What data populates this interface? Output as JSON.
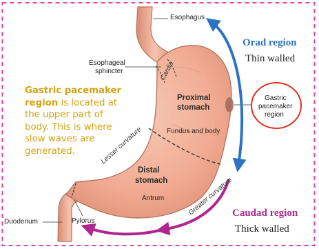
{
  "labels": {
    "esophagus": "Esophagus",
    "esophageal_sphincter_line1": "Esophageal",
    "esophageal_sphincter_line2": "sphincter",
    "cardia": "Cardia",
    "proximal_line1": "Proximal",
    "proximal_line2": "stomach",
    "fundus_body": "Fundus and body",
    "lesser_curvature": "Lesser curvature",
    "distal_line1": "Distal",
    "distal_line2": "stomach",
    "antrum": "Antrum",
    "greater_curvature": "Greater curvature",
    "duodenum": "Duodenum",
    "pylorus": "Pylorus",
    "gastric_pacemaker_line1": "Gastric",
    "gastric_pacemaker_line2": "pacemaker",
    "gastric_pacemaker_line3": "region"
  },
  "orad": {
    "title": "Orad region",
    "subtitle": "Thin walled"
  },
  "caudad": {
    "title": "Caudad region",
    "subtitle": "Thick walled"
  },
  "note": {
    "bold": "Gastric pacemaker region",
    "rest": " is located at the upper part of body. This is where slow waves are generated."
  },
  "colors": {
    "frame": "#e6449a",
    "orad_arrow": "#2e72c4",
    "caudad_arrow": "#b0268f",
    "pacemaker_circle": "#e0301e",
    "note_text": "#d4a20c",
    "stomach_fill": "#f3b49e",
    "stomach_outline": "#b87460"
  }
}
